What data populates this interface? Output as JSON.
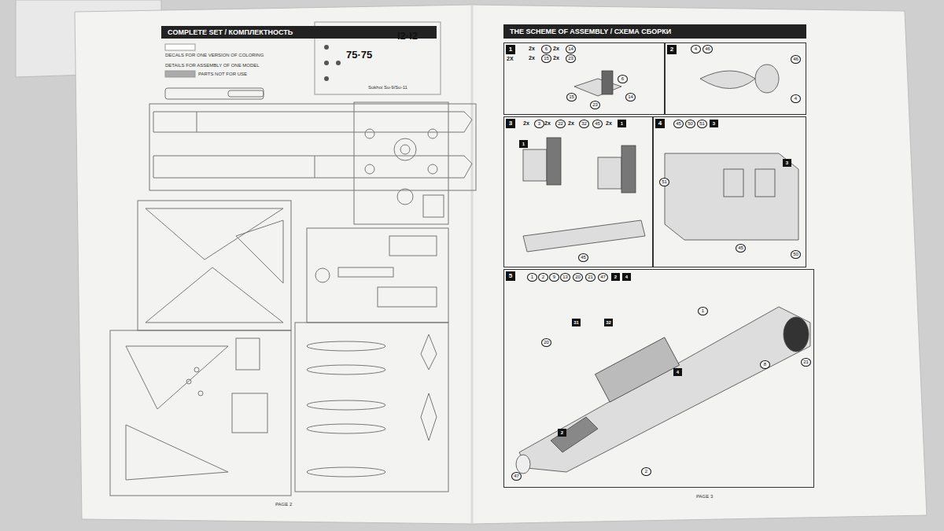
{
  "diagram": {
    "nodes": [
      {
        "text": [
          "COMPLETE SET / КОМПЛЕКТНОСТЬ"
        ]
      },
      {
        "text": [
          "THE SCHEME OF ASSEMBLY / СХЕМА СБОРКИ"
        ]
      },
      {
        "text": [
          "1"
        ]
      },
      {
        "text": [
          "2"
        ]
      },
      {
        "text": [
          "3"
        ]
      },
      {
        "text": [
          "4"
        ]
      },
      {
        "text": [
          "5"
        ]
      }
    ],
    "labels": [
      "DECALS FOR ONE VERSION OF COLORING",
      "DETAILS FOR ASSEMBLY OF ONE MODEL",
      "PARTS NOT FOR USE",
      "75·75",
      "I2·I2",
      "Sukhoi Su-9/Su-11",
      "PAGE 2",
      "PAGE 3",
      "2X",
      "2x",
      "6",
      "2x",
      "14",
      "2x",
      "15",
      "2x",
      "23",
      "4",
      "46",
      "2x",
      "3",
      "2x",
      "22",
      "2x",
      "32",
      "45",
      "2x",
      "1",
      "45",
      "50",
      "51",
      "3",
      "1",
      "2",
      "9",
      "13",
      "20",
      "21",
      "47",
      "2",
      "4",
      "1",
      "31",
      "32",
      "20",
      "4",
      "8",
      "21",
      "2",
      "47",
      "2",
      "15",
      "14",
      "23",
      "6",
      "1",
      "45",
      "51",
      "3",
      "50",
      "45",
      "46",
      "4"
    ]
  }
}
